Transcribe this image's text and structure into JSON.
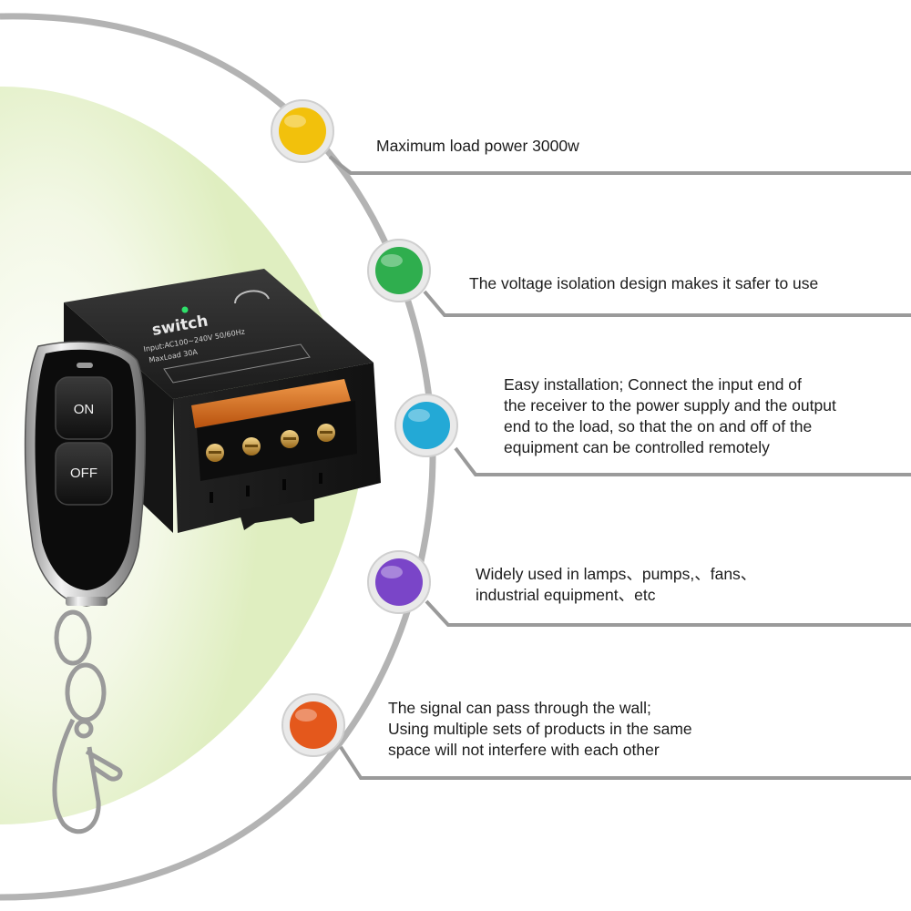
{
  "device": {
    "brand_label": "switch",
    "spec_line_1": "Input:AC100~240V 50/60Hz",
    "spec_line_2": "MaxLoad 30A"
  },
  "remote": {
    "on_label": "ON",
    "off_label": "OFF"
  },
  "features": [
    {
      "color": "#f2c10c",
      "lines": [
        "Maximum load power 3000w"
      ]
    },
    {
      "color": "#2fae4e",
      "lines": [
        "The voltage isolation design makes it safer to use"
      ]
    },
    {
      "color": "#23a9d6",
      "lines": [
        "Easy installation; Connect the input end of",
        "the receiver to the power supply and the output",
        "end to the load, so that the on and off of the",
        "equipment can be controlled remotely"
      ]
    },
    {
      "color": "#7a45c8",
      "lines": [
        "Widely used in lamps、pumps,、fans、",
        "industrial equipment、etc"
      ]
    },
    {
      "color": "#e4581c",
      "lines": [
        "The signal can pass through the wall;",
        "Using multiple sets of products in the same",
        "space will not interfere with each other"
      ]
    }
  ]
}
